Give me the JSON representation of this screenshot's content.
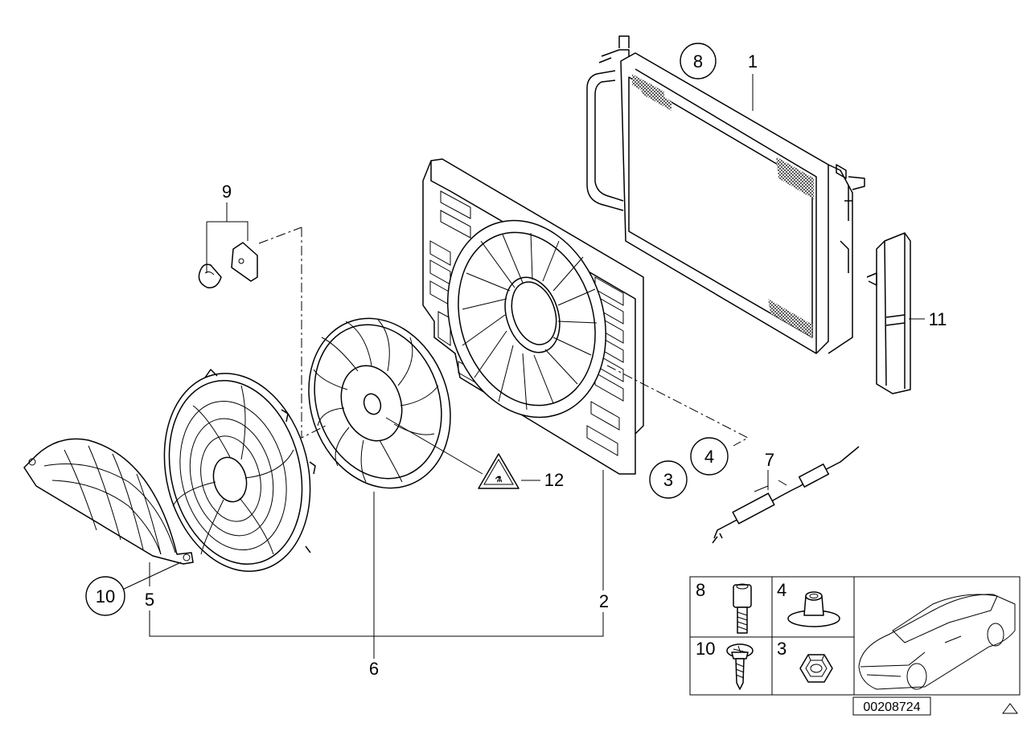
{
  "callouts": {
    "c1": "1",
    "c2": "2",
    "c3": "3",
    "c4": "4",
    "c5": "5",
    "c6": "6",
    "c7": "7",
    "c8": "8",
    "c9": "9",
    "c10": "10",
    "c11": "11",
    "c12": "12"
  },
  "legend": {
    "cells": [
      {
        "label": "8"
      },
      {
        "label": "4"
      },
      {
        "label": "10"
      },
      {
        "label": "3"
      }
    ]
  },
  "document_id": "00208724"
}
